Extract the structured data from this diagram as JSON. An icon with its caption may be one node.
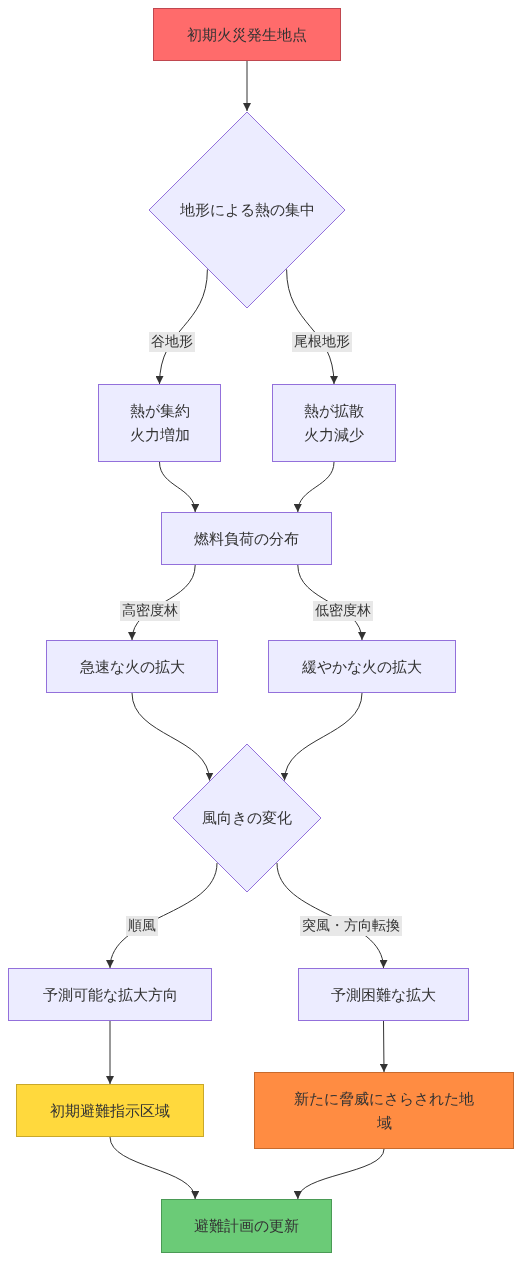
{
  "diagram": {
    "nodes": [
      {
        "text": [
          "初期火災発生地点"
        ]
      },
      {
        "text": [
          "地形による熱の集中"
        ]
      },
      {
        "text": [
          "熱が集約火力増加"
        ]
      },
      {
        "text": [
          "熱が拡散火力減少"
        ]
      },
      {
        "text": [
          "燃料負荷の分布"
        ]
      },
      {
        "text": [
          "急速な火の拡大"
        ]
      },
      {
        "text": [
          "緩やかな火の拡大"
        ]
      },
      {
        "text": [
          "風向きの変化"
        ]
      },
      {
        "text": [
          "予測可能な拡大方向"
        ]
      },
      {
        "text": [
          "予測困難な拡大"
        ]
      },
      {
        "text": [
          "初期避難指示区域"
        ]
      },
      {
        "text": [
          "新たに脅威にさらされた地域"
        ]
      },
      {
        "text": [
          "避難計画の更新"
        ]
      }
    ],
    "edges": [
      {
        "from": 0,
        "to": 1,
        "arrow": "to"
      },
      {
        "from": 1,
        "to": 2,
        "arrow": "to",
        "label": "谷地形"
      },
      {
        "from": 1,
        "to": 3,
        "arrow": "to",
        "label": "尾根地形"
      },
      {
        "from": 2,
        "to": 4,
        "arrow": "to"
      },
      {
        "from": 3,
        "to": 4,
        "arrow": "to"
      },
      {
        "from": 4,
        "to": 5,
        "arrow": "to",
        "label": "高密度林"
      },
      {
        "from": 4,
        "to": 6,
        "arrow": "to",
        "label": "低密度林"
      },
      {
        "from": 5,
        "to": 7,
        "arrow": "to"
      },
      {
        "from": 6,
        "to": 7,
        "arrow": "to"
      },
      {
        "from": 7,
        "to": 8,
        "arrow": "to",
        "label": "順風"
      },
      {
        "from": 7,
        "to": 9,
        "arrow": "to",
        "label": "突風・方向転換"
      },
      {
        "from": 8,
        "to": 10,
        "arrow": "to"
      },
      {
        "from": 9,
        "to": 11,
        "arrow": "to"
      },
      {
        "from": 10,
        "to": 12,
        "arrow": "to"
      },
      {
        "from": 11,
        "to": 12,
        "arrow": "to"
      }
    ]
  }
}
